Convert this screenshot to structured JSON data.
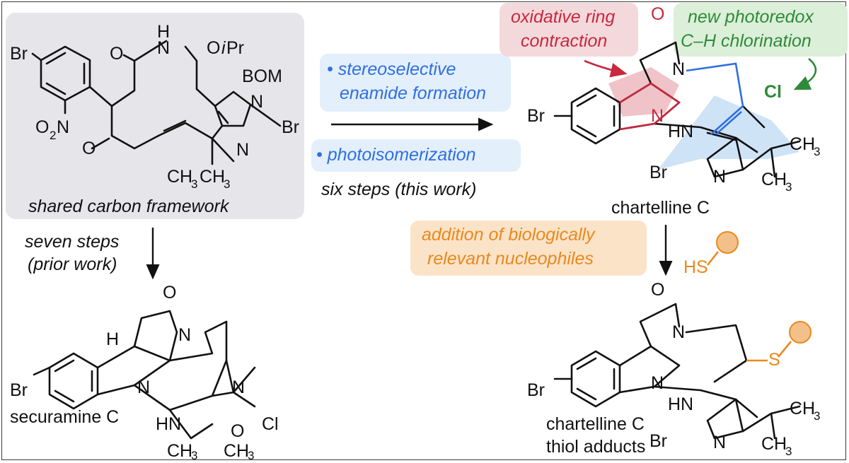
{
  "atoms": {
    "br": "Br",
    "o": "O",
    "n": "N",
    "h": "H",
    "hn": "HN",
    "nh": "NH",
    "cl": "Cl",
    "o2n_o": "O",
    "o2n_2": "2",
    "o2n_n": "N",
    "ch3_c": "CH",
    "ch3_3": "3",
    "oipr_o": "O",
    "oipr_i": "i",
    "oipr_pr": "Pr",
    "bom": "BOM",
    "hs": "HS",
    "s": "S"
  },
  "texts": {
    "shared": "shared carbon framework",
    "seven_a": "seven steps",
    "seven_b": "(prior work)",
    "bullet1_a": "• stereoselective",
    "bullet1_b": "enamide formation",
    "bullet2": "• photoisomerization",
    "six": "six steps (this work)",
    "oxid_a": "oxidative ring",
    "oxid_b": "contraction",
    "photo_a": "new photoredox",
    "photo_b": "C–H chlorination",
    "chartC": "chartelline C",
    "addn_a": "addition of biologically",
    "addn_b": "relevant nucleophiles",
    "secC": "securamine C",
    "adduct_a": "chartelline C",
    "adduct_b": "thiol adducts"
  },
  "colors": {
    "red": "#c8283e",
    "green": "#2e8b3a",
    "blue": "#2f6fe0",
    "orange": "#e8891e",
    "grey_box": "#e6e5ea",
    "blue_box": "#e3effb",
    "red_box": "#f3d9dc",
    "green_box": "#dcefd9",
    "orange_box": "#fbe3c8",
    "blue_fill": "#cfe3f7",
    "red_fill": "#f0c3c9"
  }
}
